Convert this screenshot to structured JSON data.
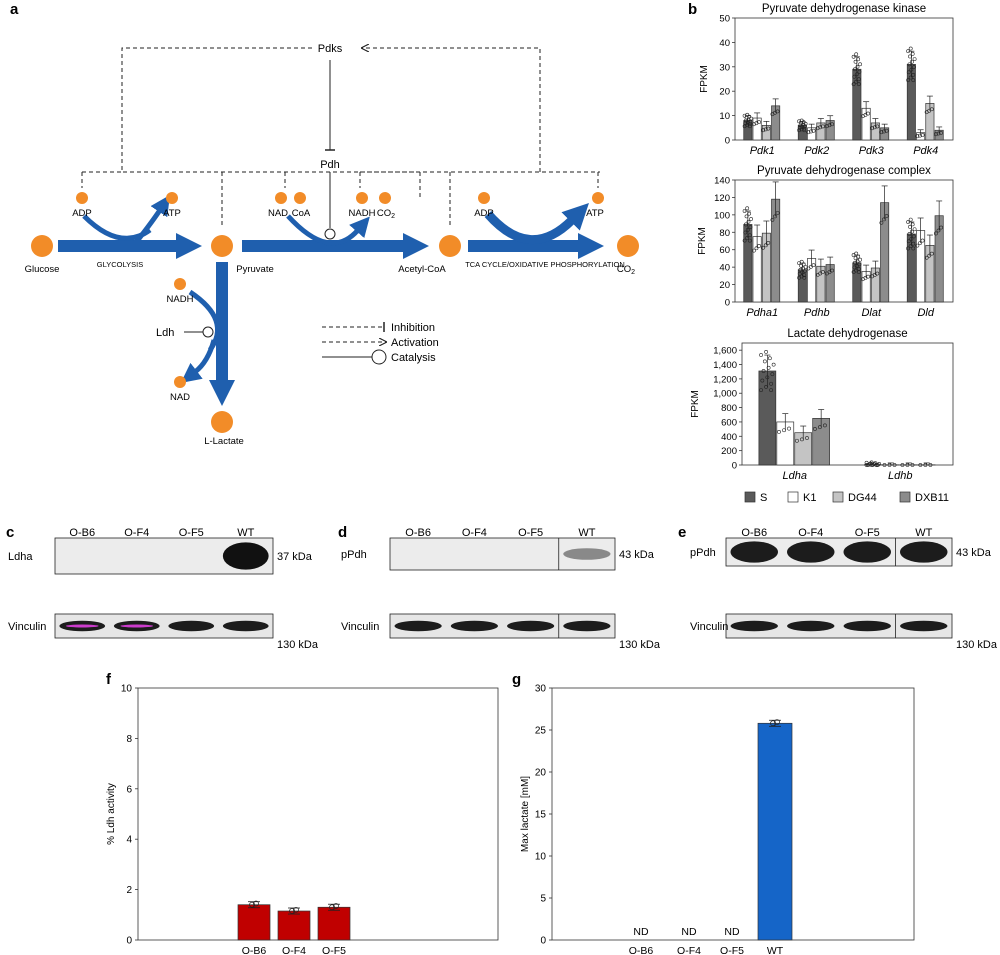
{
  "panel_letters": {
    "a": "a",
    "b": "b",
    "c": "c",
    "d": "d",
    "e": "e",
    "f": "f",
    "g": "g"
  },
  "pathway": {
    "pdks": "Pdks",
    "pdh": "Pdh",
    "ldh": "Ldh",
    "glucose": "Glucose",
    "pyruvate": "Pyruvate",
    "acetyl_coa": "Acetyl-CoA",
    "co2_end": "CO",
    "co2_end_sub": "2",
    "lactate": "L-Lactate",
    "glycolysis": "GLYCOLYSIS",
    "tca": "TCA CYCLE/OXIDATIVE PHOSPHORYLATION",
    "adp1": "ADP",
    "atp1": "ATP",
    "nad_top": "NAD",
    "coa": "CoA",
    "nadh_top": "NADH",
    "co2_top": "CO",
    "co2_top_sub": "2",
    "adp2": "ADP",
    "atp2": "ATP",
    "nadh_ldh": "NADH",
    "nad_ldh": "NAD",
    "legend_inhibition": "Inhibition",
    "legend_activation": "Activation",
    "legend_catalysis": "Catalysis"
  },
  "colors": {
    "arrow_blue": "#1f5fae",
    "metabolite_orange": "#f28c28",
    "bar_red": "#c00000",
    "bar_blue": "#1565c8",
    "S": "#5a5a5a",
    "K1": "#ffffff",
    "DG44": "#c4c4c4",
    "DXB11": "#8c8c8c"
  },
  "chart_data": [
    {
      "type": "bar",
      "title": "Pyruvate dehydrogenase kinase",
      "ylabel": "FPKM",
      "ylim": [
        0,
        50
      ],
      "yticks": [
        "0",
        "10",
        "20",
        "30",
        "40",
        "50"
      ],
      "categories": [
        "Pdk1",
        "Pdk2",
        "Pdk3",
        "Pdk4"
      ],
      "series": [
        {
          "name": "S",
          "values": [
            8,
            6,
            29,
            31
          ]
        },
        {
          "name": "K1",
          "values": [
            9,
            5,
            13,
            3
          ]
        },
        {
          "name": "DG44",
          "values": [
            6,
            7,
            7,
            15
          ]
        },
        {
          "name": "DXB11",
          "values": [
            14,
            8,
            5,
            4
          ]
        }
      ]
    },
    {
      "type": "bar",
      "title": "Pyruvate dehydrogenase complex",
      "ylabel": "FPKM",
      "ylim": [
        0,
        140
      ],
      "yticks": [
        "0",
        "20",
        "40",
        "60",
        "80",
        "100",
        "120",
        "140"
      ],
      "categories": [
        "Pdha1",
        "Pdhb",
        "Dlat",
        "Dld"
      ],
      "series": [
        {
          "name": "S",
          "values": [
            89,
            37,
            45,
            78
          ]
        },
        {
          "name": "K1",
          "values": [
            75,
            50,
            35,
            82
          ]
        },
        {
          "name": "DG44",
          "values": [
            79,
            41,
            39,
            65
          ]
        },
        {
          "name": "DXB11",
          "values": [
            118,
            43,
            114,
            99
          ]
        }
      ]
    },
    {
      "type": "bar",
      "title": "Lactate dehydrogenase",
      "ylabel": "FPKM",
      "ylim": [
        0,
        1700
      ],
      "yticks": [
        "0",
        "200",
        "400",
        "600",
        "800",
        "1,000",
        "1,200",
        "1,400",
        "1,600"
      ],
      "categories": [
        "Ldha",
        "Ldhb"
      ],
      "series": [
        {
          "name": "S",
          "values": [
            1310,
            5
          ]
        },
        {
          "name": "K1",
          "values": [
            600,
            3
          ]
        },
        {
          "name": "DG44",
          "values": [
            450,
            3
          ]
        },
        {
          "name": "DXB11",
          "values": [
            650,
            3
          ]
        }
      ]
    },
    {
      "type": "bar",
      "ylabel": "% Ldh activity",
      "ylim": [
        0,
        10
      ],
      "yticks": [
        "0",
        "2",
        "4",
        "6",
        "8",
        "10"
      ],
      "categories": [
        "O-B6",
        "O-F4",
        "O-F5"
      ],
      "values": [
        1.4,
        1.15,
        1.3
      ]
    },
    {
      "type": "bar",
      "ylabel": "Max lactate [mM]",
      "ylim": [
        0,
        30
      ],
      "yticks": [
        "0",
        "5",
        "10",
        "15",
        "20",
        "25",
        "30"
      ],
      "categories": [
        "O-B6",
        "O-F4",
        "O-F5",
        "WT"
      ],
      "values": [
        0,
        0,
        0,
        25.8
      ],
      "value_labels": [
        "ND",
        "ND",
        "ND",
        ""
      ]
    }
  ],
  "legend_b": [
    "S",
    "K1",
    "DG44",
    "DXB11"
  ],
  "blots": {
    "c": {
      "lanes": [
        "O-B6",
        "O-F4",
        "O-F5",
        "WT"
      ],
      "top": "Ldha",
      "top_kda": "37 kDa",
      "bottom": "Vinculin",
      "bottom_kda": "130 kDa"
    },
    "d": {
      "lanes": [
        "O-B6",
        "O-F4",
        "O-F5",
        "WT"
      ],
      "top": "pPdh",
      "top_kda": "43 kDa",
      "bottom": "Vinculin",
      "bottom_kda": "130 kDa"
    },
    "e": {
      "lanes": [
        "O-B6",
        "O-F4",
        "O-F5",
        "WT"
      ],
      "top": "pPdh",
      "top_kda": "43 kDa",
      "bottom": "Vinculin",
      "bottom_kda": "130 kDa"
    }
  }
}
